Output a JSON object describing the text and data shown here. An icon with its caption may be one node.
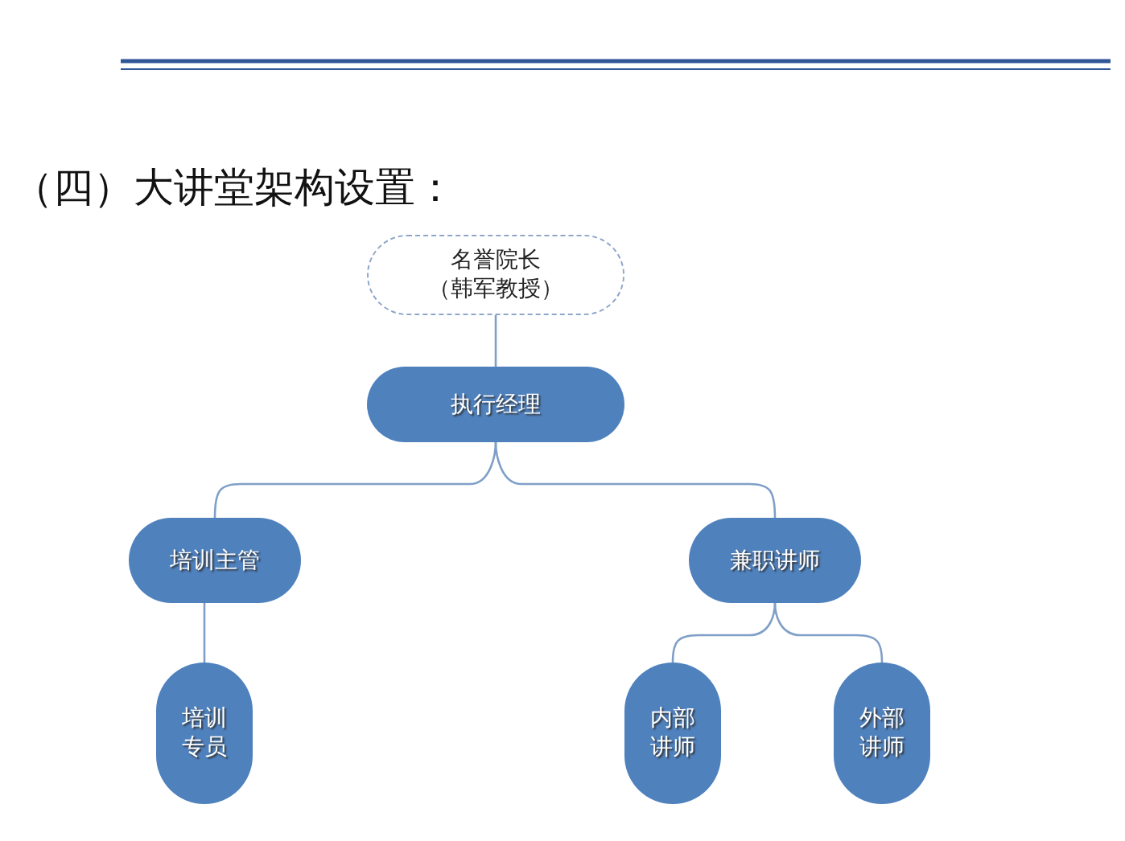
{
  "diagram": {
    "title": "（四）大讲堂架构设置：",
    "nodes": [
      {
        "text": [
          "名誉院长",
          "（韩军教授）"
        ]
      },
      {
        "text": [
          "执行经理"
        ]
      },
      {
        "text": [
          "培训主管"
        ]
      },
      {
        "text": [
          "兼职讲师"
        ]
      },
      {
        "text": [
          "培训专员"
        ]
      },
      {
        "text": [
          "内部讲师"
        ]
      },
      {
        "text": [
          "外部讲师"
        ]
      }
    ],
    "edges": [
      {
        "from": 0,
        "to": 1,
        "arrow": "none"
      },
      {
        "from": 1,
        "to": 2,
        "arrow": "none"
      },
      {
        "from": 1,
        "to": 3,
        "arrow": "none"
      },
      {
        "from": 2,
        "to": 4,
        "arrow": "none"
      },
      {
        "from": 3,
        "to": 5,
        "arrow": "none"
      },
      {
        "from": 3,
        "to": 6,
        "arrow": "none"
      }
    ]
  }
}
